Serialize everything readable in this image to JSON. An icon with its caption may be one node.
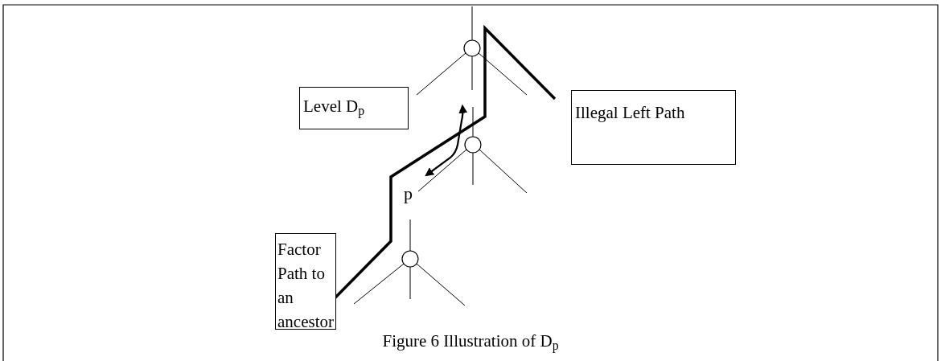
{
  "diagram": {
    "caption": "Figure 6 Illustration of D$_{p}$",
    "nodes": [
      {
        "text": [
          "Level D$_{p}$"
        ]
      },
      {
        "text": [
          "Illegal Left Path"
        ]
      },
      {
        "text": [
          "Factor Path to an ancestor"
        ]
      }
    ],
    "labels": [
      "p"
    ]
  }
}
